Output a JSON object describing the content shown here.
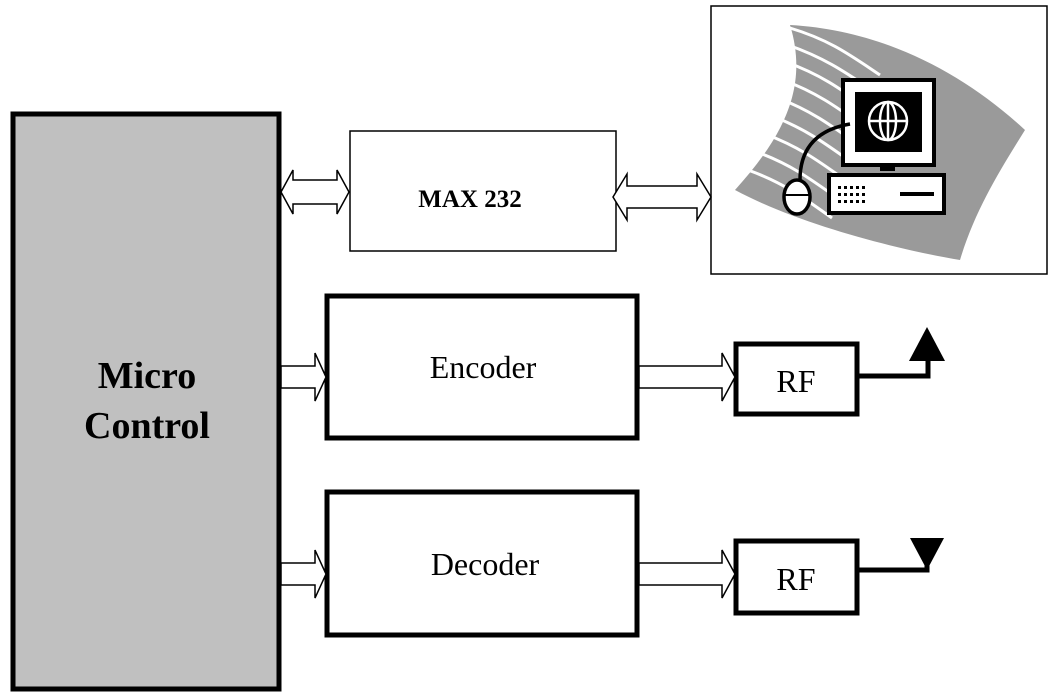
{
  "micro": {
    "line1": "Micro",
    "line2": "Control",
    "fill": "#c0c0c0"
  },
  "max232": {
    "label": "MAX 232"
  },
  "encoder": {
    "label": "Encoder"
  },
  "decoder": {
    "label": "Decoder"
  },
  "rf_tx": {
    "label": "RF"
  },
  "rf_rx": {
    "label": "RF"
  },
  "computer": {
    "icon": "computer-icon",
    "screen_icon": "globe-icon"
  },
  "colors": {
    "swoosh": "#9a9a9a",
    "stroke": "#000000"
  }
}
